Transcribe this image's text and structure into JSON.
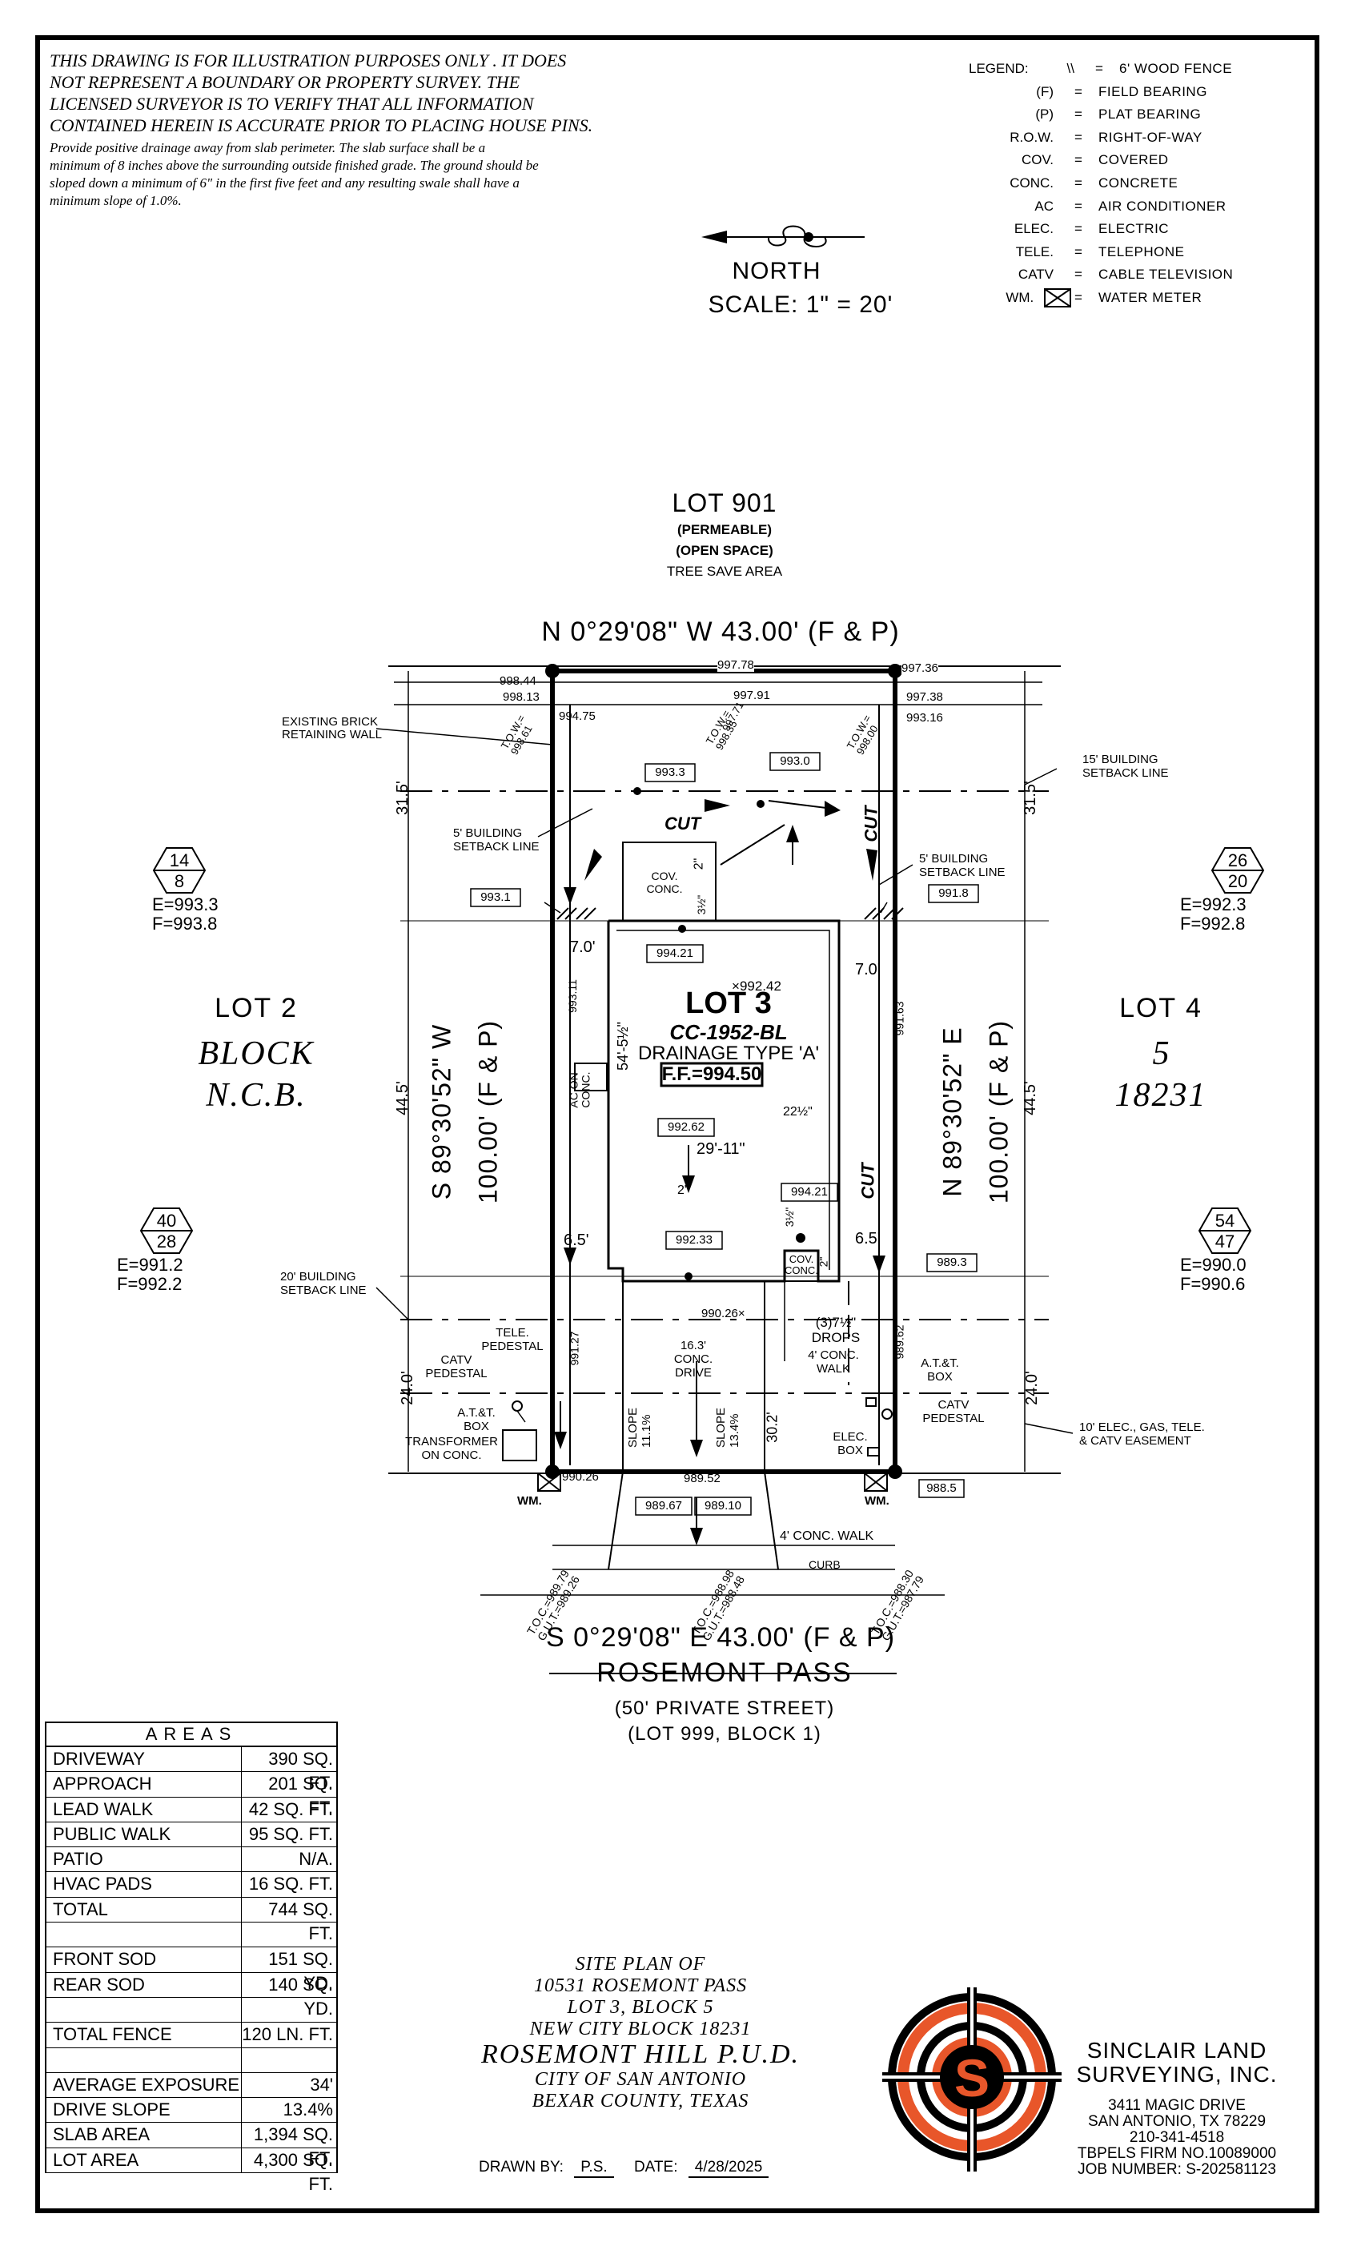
{
  "disclaimer": {
    "line1": "THIS DRAWING IS FOR ILLUSTRATION PURPOSES ONLY . IT DOES",
    "line2": "NOT REPRESENT A BOUNDARY OR PROPERTY SURVEY. THE",
    "line3": "LICENSED SURVEYOR IS TO VERIFY THAT ALL INFORMATION",
    "line4": "CONTAINED HEREIN IS ACCURATE PRIOR TO PLACING HOUSE PINS.",
    "drain1": "Provide positive drainage away from slab perimeter. The slab surface shall be a",
    "drain2": "minimum of 8 inches above the surrounding outside finished grade. The ground should be",
    "drain3": "sloped down a minimum of 6\" in the first five feet and any resulting swale shall have a",
    "drain4": "minimum slope of 1.0%."
  },
  "legend": {
    "heading": "LEGEND:",
    "items": [
      {
        "symbol": "\\\\",
        "meaning": "6' WOOD FENCE"
      },
      {
        "symbol": "(F)",
        "meaning": "FIELD BEARING"
      },
      {
        "symbol": "(P)",
        "meaning": "PLAT BEARING"
      },
      {
        "symbol": "R.O.W.",
        "meaning": "RIGHT-OF-WAY"
      },
      {
        "symbol": "COV.",
        "meaning": "COVERED"
      },
      {
        "symbol": "CONC.",
        "meaning": "CONCRETE"
      },
      {
        "symbol": "AC",
        "meaning": "AIR CONDITIONER"
      },
      {
        "symbol": "ELEC.",
        "meaning": "ELECTRIC"
      },
      {
        "symbol": "TELE.",
        "meaning": "TELEPHONE"
      },
      {
        "symbol": "CATV",
        "meaning": "CABLE TELEVISION"
      },
      {
        "symbol": "WM.",
        "meaning": "WATER METER"
      }
    ],
    "eq": "="
  },
  "north": {
    "label": "NORTH",
    "scale": "SCALE:  1\"  =  20'"
  },
  "lot901": {
    "title": "LOT 901",
    "l1": "(PERMEABLE)",
    "l2": "(OPEN SPACE)",
    "l3": "TREE SAVE AREA"
  },
  "bearings": {
    "north": "N  0°29'08\"  W  43.00'  (F  &  P)",
    "south": "S  0°29'08\"  E  43.00'  (F  &  P)",
    "west": "S  89°30'52\"  W",
    "west2": "100.00'  (F  &  P)",
    "east": "N  89°30'52\"  E",
    "east2": "100.00'  (F  &  P)"
  },
  "street": {
    "name": "ROSEMONT PASS",
    "l1": "(50' PRIVATE STREET)",
    "l2": "(LOT 999, BLOCK 1)"
  },
  "lot2": {
    "a": "LOT  2",
    "b": "BLOCK",
    "c": "N.C.B."
  },
  "lot4": {
    "a": "LOT  4",
    "b": "5",
    "c": "18231"
  },
  "lot3": {
    "title": "LOT 3",
    "plan": "CC-1952-BL",
    "drainage": "DRAINAGE TYPE 'A'",
    "ff": "F.F.=994.50",
    "elev": "992.42"
  },
  "hex": {
    "nw": {
      "top": "14",
      "bot": "8",
      "e": "E=993.3",
      "f": "F=993.8"
    },
    "sw": {
      "top": "40",
      "bot": "28",
      "e": "E=991.2",
      "f": "F=992.2"
    },
    "ne": {
      "top": "26",
      "bot": "20",
      "e": "E=992.3",
      "f": "F=992.8"
    },
    "se": {
      "top": "54",
      "bot": "47",
      "e": "E=990.0",
      "f": "F=990.6"
    }
  },
  "dims": {
    "d31_5": "31.5'",
    "d44_5": "44.5'",
    "d24_0": "24.0'",
    "d7_0": "7.0'",
    "d6_5": "6.5'",
    "width": "29'-11\"",
    "depth": "54'-5½\"",
    "d30_2": "30.2'",
    "d2in": "2\"",
    "d2in_b": "2\"",
    "d3q": "3½\"",
    "d3q_b": "3½\"",
    "d22": "22½\"",
    "d2in_c": "2\""
  },
  "elevations": {
    "e998_44": "998.44",
    "e998_13": "998.13",
    "e994_75": "994.75",
    "e997_78": "997.78",
    "e997_91": "997.91",
    "e997_36": "997.36",
    "e997_38": "997.38",
    "e993_16": "993.16",
    "e993_3": "993.3",
    "e993_0": "993.0",
    "e993_1": "993.1",
    "e991_8": "991.8",
    "e994_21": "994.21",
    "e994_21b": "994.21",
    "e992_62": "992.62",
    "e992_33": "992.33",
    "e989_3": "989.3",
    "e993_11": "993.11",
    "e991_63": "991.63",
    "e990_26": "990.26",
    "e990_26b": "990.26",
    "e991_27": "991.27",
    "e989_62": "989.62",
    "e989_52": "989.52",
    "e989_67": "989.67",
    "e989_10": "989.10",
    "e988_5": "988.5"
  },
  "tow": {
    "a": "T.O.W.=",
    "a2": "998.61",
    "b": "T.O.W.=",
    "b2": "998.35",
    "b0": "997.71",
    "c": "T.O.W.=",
    "c2": "998.00"
  },
  "toc": {
    "a1": "T.O.C.=",
    "a2": "989.79",
    "a3": "G.U.T.=",
    "a4": "989.26",
    "b1": "T.O.C.=",
    "b2": "988.98",
    "b3": "G.U.T.=",
    "b4": "988.48",
    "c1": "T.O.C.=",
    "c2": "988.30",
    "c3": "G.U.T.=",
    "c4": "987.79"
  },
  "labels": {
    "retaining": "EXISTING BRICK",
    "retaining2": "RETAINING WALL",
    "bsl15": "15' BUILDING",
    "bsl15b": "SETBACK LINE",
    "bsl5w": "5' BUILDING",
    "bsl5wb": "SETBACK LINE",
    "bsl5e": "5' BUILDING",
    "bsl5eb": "SETBACK LINE",
    "bsl20": "20' BUILDING",
    "bsl20b": "SETBACK LINE",
    "easement": "10' ELEC., GAS, TELE.",
    "easement2": "& CATV EASEMENT",
    "cut": "CUT",
    "cut2": "CUT",
    "cut3": "CUT",
    "covconc": "COV.",
    "covconc2": "CONC.",
    "covconc3": "COV.",
    "covconc4": "CONC.",
    "acon": "AC ON",
    "acon2": "CONC.",
    "tele": "TELE.",
    "tele2": "PEDESTAL",
    "catv": "CATV",
    "catv2": "PEDESTAL",
    "att": "A.T.&T.",
    "att2": "BOX",
    "transformer": "TRANSFORMER",
    "transformer2": "ON CONC.",
    "drive": "16.3'",
    "drive2": "CONC.",
    "drive3": "DRIVE",
    "drops": "(3)7½\"",
    "drops2": "DROPS",
    "walk": "4' CONC.",
    "walk2": "WALK",
    "attE": "A.T.&T.",
    "attE2": "BOX",
    "catvE": "CATV",
    "catvE2": "PEDESTAL",
    "elecbox": "ELEC.",
    "elecbox2": "BOX",
    "slope1": "SLOPE",
    "slope1v": "11.1%",
    "slope2": "SLOPE",
    "slope2v": "13.4%",
    "walk4": "4' CONC. WALK",
    "curb": "CURB",
    "wm1": "WM.",
    "wm2": "WM.",
    "elev990x": "990.26×"
  },
  "areas": {
    "title": "AREAS",
    "rows": [
      {
        "k": "DRIVEWAY",
        "v": "390 SQ. FT."
      },
      {
        "k": "APPROACH",
        "v": "201 SQ. FT."
      },
      {
        "k": "LEAD WALK",
        "v": "42 SQ. FT."
      },
      {
        "k": "PUBLIC WALK",
        "v": "95 SQ. FT."
      },
      {
        "k": "PATIO",
        "v": "N/A."
      },
      {
        "k": "HVAC PADS",
        "v": "16 SQ. FT."
      },
      {
        "k": "TOTAL",
        "v": "744 SQ. FT."
      },
      {
        "k": "",
        "v": ""
      },
      {
        "k": "FRONT SOD",
        "v": "151 SQ. YD."
      },
      {
        "k": "REAR SOD",
        "v": "140 SQ. YD."
      },
      {
        "k": "",
        "v": ""
      },
      {
        "k": "TOTAL FENCE",
        "v": "120 LN. FT."
      },
      {
        "k": "",
        "v": ""
      },
      {
        "k": "AVERAGE EXPOSURE",
        "v": "34'"
      },
      {
        "k": "DRIVE SLOPE",
        "v": "13.4%"
      },
      {
        "k": "SLAB AREA",
        "v": "1,394 SQ. FT."
      },
      {
        "k": "LOT AREA",
        "v": "4,300 SQ. FT."
      }
    ]
  },
  "titleblock": {
    "l1": "SITE PLAN OF",
    "l2": "10531 ROSEMONT PASS",
    "l3": "LOT 3, BLOCK 5",
    "l4": "NEW CITY BLOCK 18231",
    "l5": "ROSEMONT HILL P.U.D.",
    "l6": "CITY OF SAN ANTONIO",
    "l7": "BEXAR COUNTY, TEXAS"
  },
  "company": {
    "name1": "SINCLAIR LAND",
    "name2": "SURVEYING, INC.",
    "addr1": "3411 MAGIC DRIVE",
    "addr2": "SAN ANTONIO, TX 78229",
    "phone": "210-341-4518",
    "firm": "TBPELS FIRM NO.10089000",
    "job": "JOB NUMBER: S-202581123",
    "logo_letter": "S"
  },
  "drawn": {
    "label": "DRAWN  BY:",
    "by": "P.S.",
    "dlabel": "DATE:",
    "date": "4/28/2025"
  },
  "colors": {
    "logo_orange": "#e8562a",
    "ink": "#000000"
  }
}
